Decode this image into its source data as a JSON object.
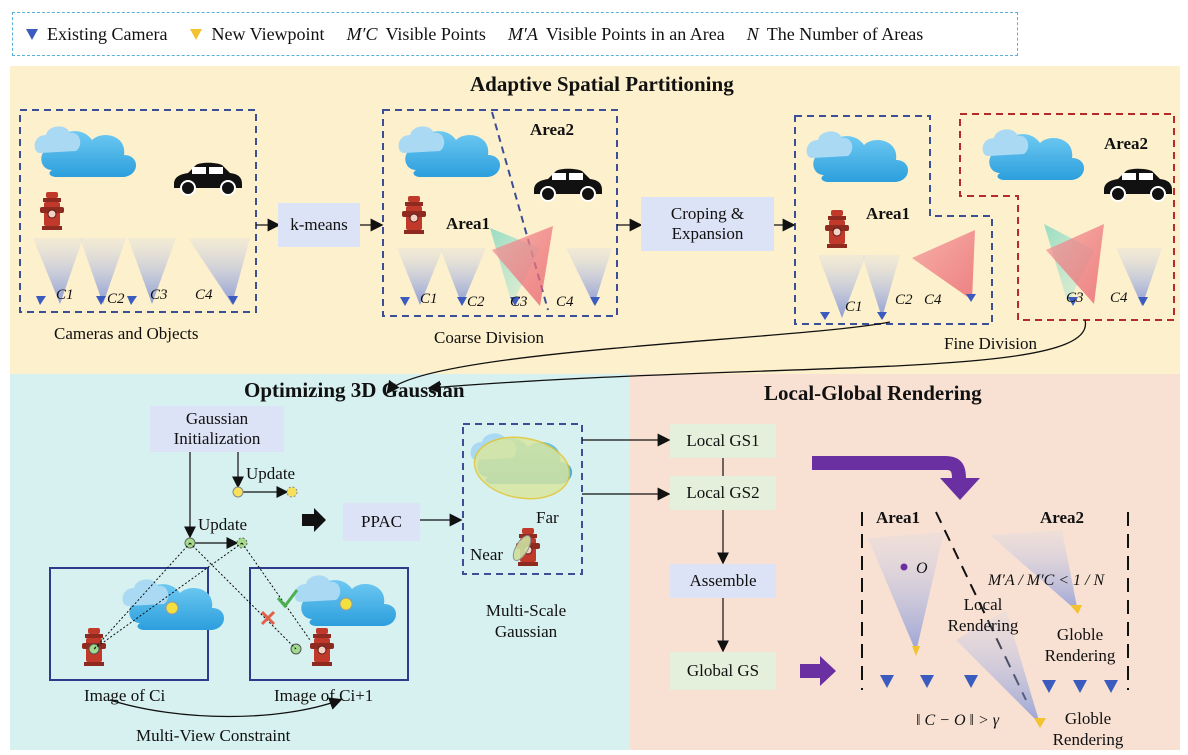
{
  "legend": {
    "existing_camera": "Existing Camera",
    "new_viewpoint": "New Viewpoint",
    "mc_symbol": "M′C",
    "mc_label": "Visible Points",
    "ma_symbol": "M′A",
    "ma_label": "Visible Points in an Area",
    "n_symbol": "N",
    "n_label": "The Number of Areas"
  },
  "top": {
    "title": "Adaptive Spatial Partitioning",
    "kmeans": "k-means",
    "croping": "Croping & Expansion",
    "cameras_caption": "Cameras and Objects",
    "coarse_caption": "Coarse Division",
    "fine_caption": "Fine Division",
    "area1": "Area1",
    "area2": "Area2",
    "cam_labels": [
      "C1",
      "C2",
      "C3",
      "C4"
    ]
  },
  "optimize": {
    "title": "Optimizing 3D Gaussian",
    "gaussian_init": "Gaussian Initialization",
    "update1": "Update",
    "update2": "Update",
    "ppac": "PPAC",
    "far": "Far",
    "near": "Near",
    "multiscale": "Multi-Scale Gaussian",
    "image_ci": "Image of Ci",
    "image_ci1": "Image of Ci+1",
    "multiview": "Multi-View Constraint"
  },
  "render": {
    "title": "Local-Global Rendering",
    "local_gs1": "Local GS1",
    "local_gs2": "Local GS2",
    "assemble": "Assemble",
    "global_gs": "Global GS",
    "area1": "Area1",
    "area2": "Area2",
    "o_label": "O",
    "ratio": "M′A / M′C < 1 / N",
    "local_rendering": "Local Rendering",
    "globle_rendering_1": "Globle Rendering",
    "globle_rendering_2": "Globle Rendering",
    "distance": "‖ C − O ‖ > γ"
  },
  "colors": {
    "camera_blue": "#3b5bbf",
    "viewpoint_yellow": "#f2c230",
    "arrow_purple": "#6a2fa0",
    "dash_blue": "#3c4f96",
    "dash_red": "#b52a2a"
  }
}
